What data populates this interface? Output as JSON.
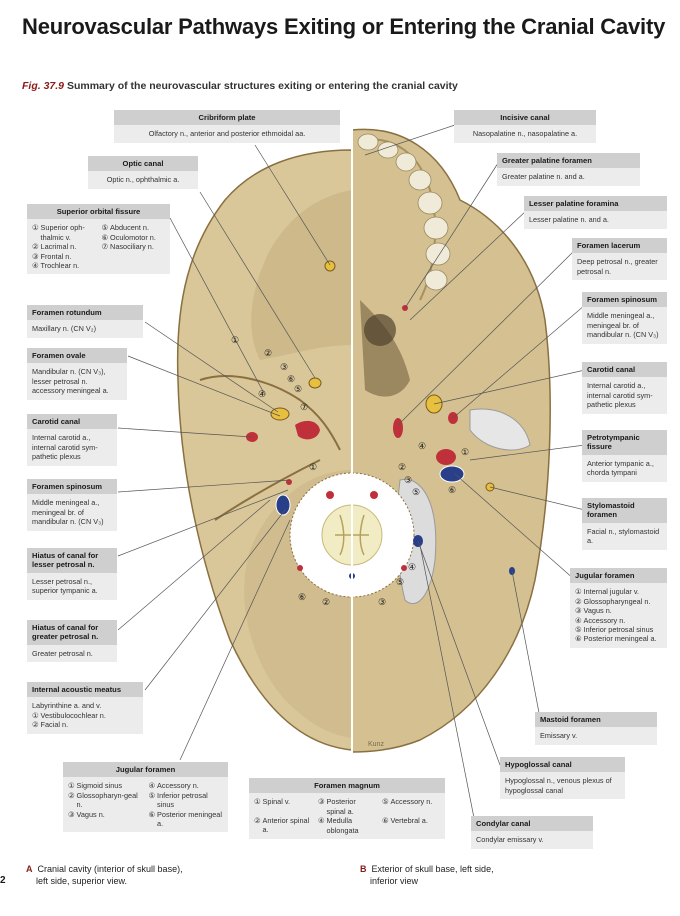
{
  "page": {
    "title": "Neurovascular Pathways Exiting or Entering the Cranial Cavity",
    "figure_number": "Fig. 37.9",
    "figure_caption": "Summary of the neurovascular structures exiting or entering the cranial cavity",
    "page_number": "2",
    "signature": "Kunz"
  },
  "labels": {
    "cribriform": {
      "title": "Cribriform plate",
      "body": "Olfactory n., anterior and posterior ethmoidal aa."
    },
    "optic": {
      "title": "Optic canal",
      "body": "Optic n., ophthalmic a."
    },
    "sup_orbital": {
      "title": "Superior orbital fissure",
      "left": [
        {
          "n": "①",
          "t": "Superior oph-thalmic v."
        },
        {
          "n": "②",
          "t": "Lacrimal n."
        },
        {
          "n": "③",
          "t": "Frontal n."
        },
        {
          "n": "④",
          "t": "Trochlear n."
        }
      ],
      "right": [
        {
          "n": "⑤",
          "t": "Abducent n."
        },
        {
          "n": "⑥",
          "t": "Oculomotor n."
        },
        {
          "n": "⑦",
          "t": "Nasociliary n."
        }
      ]
    },
    "rotundum": {
      "title": "Foramen rotundum",
      "body": "Maxillary n. (CN V₂)"
    },
    "ovale": {
      "title": "Foramen ovale",
      "body": "Mandibular n. (CN V₃), lesser petrosal n. accessory meningeal a."
    },
    "carotid_l": {
      "title": "Carotid canal",
      "body": "Internal carotid a., internal carotid sym-pathetic plexus"
    },
    "spinosum_l": {
      "title": "Foramen spinosum",
      "body": "Middle meningeal a., meningeal br. of mandibular n. (CN V₃)"
    },
    "hiatus_lesser": {
      "title": "Hiatus of canal for lesser petrosal n.",
      "body": "Lesser petrosal n., superior tympanic a."
    },
    "hiatus_greater": {
      "title": "Hiatus of canal for greater petrosal n.",
      "body": "Greater petrosal n."
    },
    "int_acoustic": {
      "title": "Internal acoustic meatus",
      "body": "Labyrinthine a. and v.",
      "items": [
        {
          "n": "①",
          "t": "Vestibulocochlear n."
        },
        {
          "n": "②",
          "t": "Facial n."
        }
      ]
    },
    "jugular_l": {
      "title": "Jugular foramen",
      "left": [
        {
          "n": "①",
          "t": "Sigmoid sinus"
        },
        {
          "n": "②",
          "t": "Glossopharyn-geal n."
        },
        {
          "n": "③",
          "t": "Vagus n."
        }
      ],
      "right": [
        {
          "n": "④",
          "t": "Accessory n."
        },
        {
          "n": "⑤",
          "t": "Inferior petrosal sinus"
        },
        {
          "n": "⑥",
          "t": "Posterior meningeal a."
        }
      ]
    },
    "magnum": {
      "title": "Foramen magnum",
      "c1": [
        {
          "n": "①",
          "t": "Spinal v."
        },
        {
          "n": "②",
          "t": "Anterior spinal a."
        }
      ],
      "c2": [
        {
          "n": "③",
          "t": "Posterior spinal a."
        },
        {
          "n": "④",
          "t": "Medulla oblongata"
        }
      ],
      "c3": [
        {
          "n": "⑤",
          "t": "Accessory n."
        },
        {
          "n": "⑥",
          "t": "Vertebral a."
        }
      ]
    },
    "incisive": {
      "title": "Incisive canal",
      "body": "Nasopalatine n., nasopalatine a."
    },
    "greater_palatine": {
      "title": "Greater palatine foramen",
      "body": "Greater palatine n. and a."
    },
    "lesser_palatine": {
      "title": "Lesser palatine foramina",
      "body": "Lesser palatine n. and a."
    },
    "lacerum": {
      "title": "Foramen lacerum",
      "body": "Deep petrosal n., greater petrosal n."
    },
    "spinosum_r": {
      "title": "Foramen spinosum",
      "body": "Middle meningeal a., meningeal br. of mandibular n. (CN V₃)"
    },
    "carotid_r": {
      "title": "Carotid canal",
      "body": "Internal carotid a., internal carotid sym-pathetic plexus"
    },
    "petrotympanic": {
      "title": "Petrotympanic fissure",
      "body": "Anterior tympanic a., chorda tympani"
    },
    "stylomastoid": {
      "title": "Stylomastoid foramen",
      "body": "Facial n., stylomastoid a."
    },
    "jugular_r": {
      "title": "Jugular foramen",
      "items": [
        {
          "n": "①",
          "t": "Internal jugular v."
        },
        {
          "n": "②",
          "t": "Glossopharyngeal n."
        },
        {
          "n": "③",
          "t": "Vagus n."
        },
        {
          "n": "④",
          "t": "Accessory n."
        },
        {
          "n": "⑤",
          "t": "Inferior petrosal sinus"
        },
        {
          "n": "⑥",
          "t": "Posterior meningeal a."
        }
      ]
    },
    "mastoid": {
      "title": "Mastoid foramen",
      "body": "Emissary v."
    },
    "hypoglossal": {
      "title": "Hypoglossal canal",
      "body": "Hypoglossal n., venous plexus of hypoglossal canal"
    },
    "condylar": {
      "title": "Condylar canal",
      "body": "Condylar emissary v."
    }
  },
  "captions": {
    "a_letter": "A",
    "a_line1": "Cranial cavity (interior of skull base),",
    "a_line2": "left side, superior view.",
    "b_letter": "B",
    "b_line1": "Exterior of skull base, left side,",
    "b_line2": "inferior view"
  },
  "markers": [
    "①",
    "②",
    "③",
    "④",
    "⑤",
    "⑥",
    "⑦"
  ],
  "colors": {
    "bone": "#d9c79a",
    "bone_dark": "#a89060",
    "artery": "#c0303a",
    "vein": "#2a3f8a",
    "nerve": "#e8c040",
    "label_head": "#cfcfcf",
    "label_body": "#ececec"
  }
}
